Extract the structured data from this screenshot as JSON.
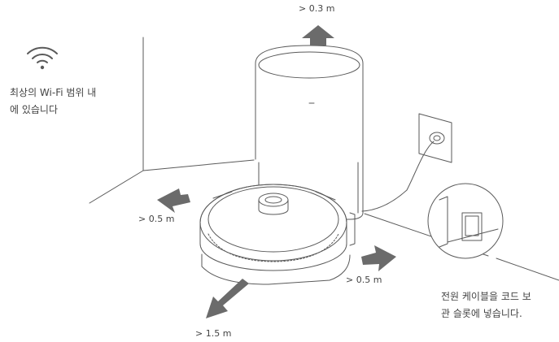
{
  "wifi_note": {
    "icon": "wifi-icon",
    "line1": "최상의 Wi-Fi 범위 내",
    "line2": "에 있습니다"
  },
  "clearance": {
    "top": "> 0.3 m",
    "left": "> 0.5 m",
    "right": "> 0.5 m",
    "front": "> 1.5 m"
  },
  "cable_note": {
    "line1": "전원 케이블을 코드 보",
    "line2": "관 슬롯에 넣습니다."
  },
  "colors": {
    "line": "#5a5a5a",
    "arrow": "#6b6b6b",
    "text": "#444444"
  }
}
